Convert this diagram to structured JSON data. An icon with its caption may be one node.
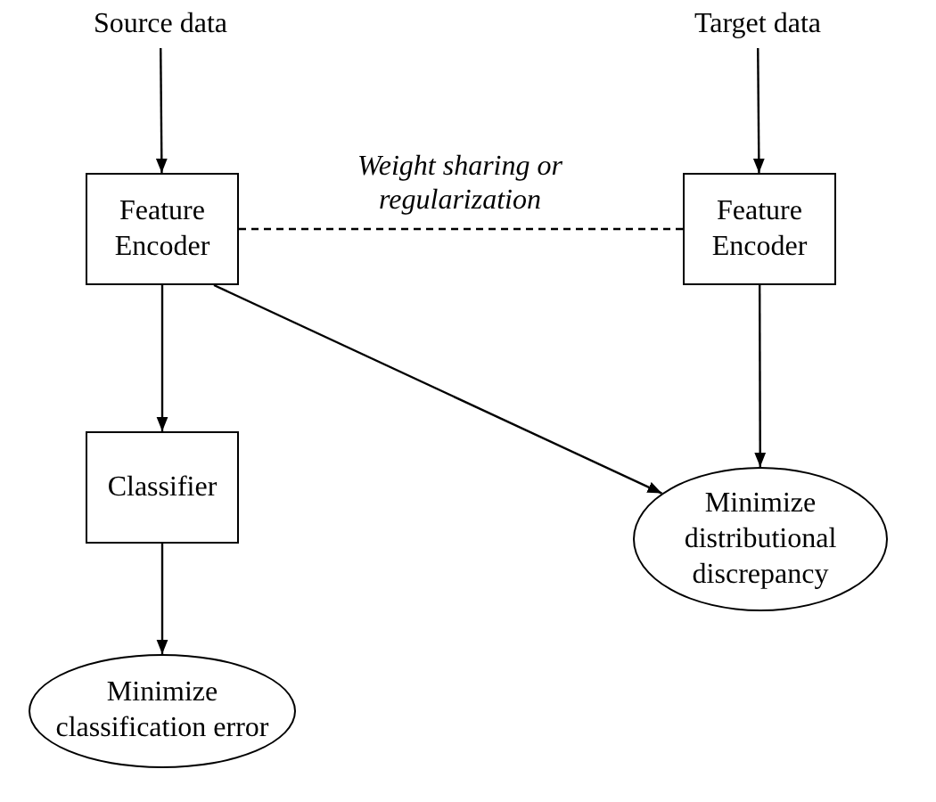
{
  "diagram": {
    "nodes": [
      {
        "text": [
          "Source data"
        ]
      },
      {
        "text": [
          "Target data"
        ]
      },
      {
        "text": [
          "Feature Encoder"
        ]
      },
      {
        "text": [
          "Feature Encoder"
        ]
      },
      {
        "text": [
          "Classifier"
        ]
      },
      {
        "text": [
          "Minimize distributional discrepancy"
        ]
      },
      {
        "text": [
          "Minimize classification error"
        ]
      }
    ],
    "edges": [
      {
        "from": 0,
        "to": 2,
        "arrow": "to"
      },
      {
        "from": 1,
        "to": 3,
        "arrow": "to"
      },
      {
        "from": 2,
        "to": 3,
        "arrow": "none",
        "style": "dashed",
        "label": "Weight sharing or regularization"
      },
      {
        "from": 2,
        "to": 4,
        "arrow": "to"
      },
      {
        "from": 2,
        "to": 5,
        "arrow": "to"
      },
      {
        "from": 3,
        "to": 5,
        "arrow": "to"
      },
      {
        "from": 4,
        "to": 6,
        "arrow": "to"
      }
    ]
  }
}
